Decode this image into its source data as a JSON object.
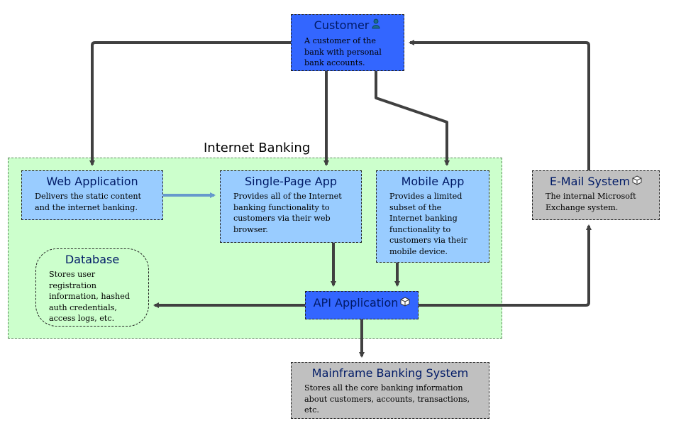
{
  "boundary": {
    "title": "Internet Banking"
  },
  "nodes": {
    "customer": {
      "title": "Customer",
      "desc": "A customer of the bank with personal bank accounts."
    },
    "web_application": {
      "title": "Web Application",
      "desc": "Delivers the static content and the internet banking."
    },
    "single_page_app": {
      "title": "Single-Page App",
      "desc": "Provides all of the Internet banking functionality to customers via their web browser."
    },
    "mobile_app": {
      "title": "Mobile App",
      "desc": "Provides a limited subset of the Internet banking functionality to customers via their mobile device."
    },
    "database": {
      "title": "Database",
      "desc": "Stores user registration information, hashed auth credentials, access logs, etc."
    },
    "api_application": {
      "title": "API Application"
    },
    "email_system": {
      "title": "E-Mail System",
      "desc": "The internal Microsoft Exchange system."
    },
    "mainframe": {
      "title": "Mainframe Banking System",
      "desc": "Stores all the core banking information about customers, accounts, transactions, etc."
    }
  },
  "colors": {
    "container_dark": "#3366ff",
    "container_light": "#99ccff",
    "external_system": "#c0c0c0",
    "boundary_fill": "#ccffcc",
    "arrow": "#404040",
    "arrow_light": "#6699cc",
    "title_text": "#001a66"
  },
  "icons": {
    "customer": "person-icon",
    "api_application": "cube-icon",
    "email_system": "cube-icon"
  }
}
